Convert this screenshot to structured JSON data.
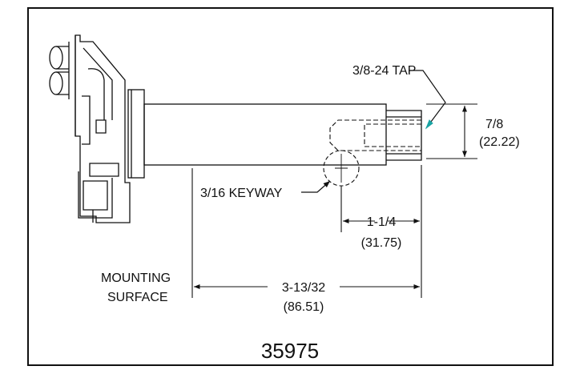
{
  "labels": {
    "tap": "3/8-24 TAP",
    "shaft_dia_frac": "7/8",
    "shaft_dia_mm": "(22.22)",
    "keyway": "3/16 KEYWAY",
    "keyway_len_frac": "1-1/4",
    "keyway_len_mm": "(31.75)",
    "mounting_line1": "MOUNTING",
    "mounting_line2": "SURFACE",
    "shaft_len_frac": "3-13/32",
    "shaft_len_mm": "(86.51)",
    "part_number": "35975"
  },
  "colors": {
    "line": "#111111",
    "tap_arrow": "#1aa3a3"
  }
}
